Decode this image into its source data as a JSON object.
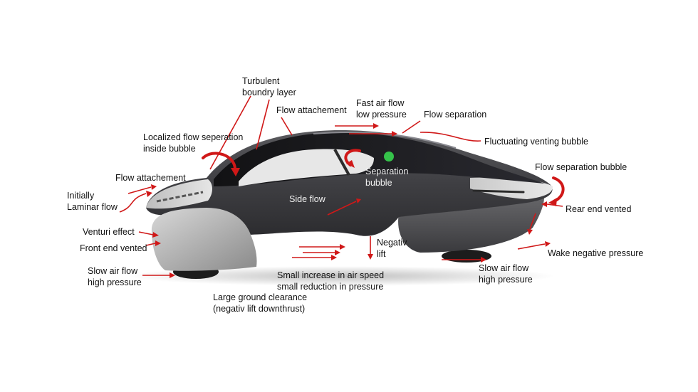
{
  "colors": {
    "arrow": "#d01818",
    "body_dark": "#3a3a3c",
    "body_light": "#cfcfcf",
    "glass": "#1a1a1e",
    "label_on_body": "#f2f2f2",
    "badge": "#35c24a"
  },
  "labels": {
    "turbulent": "Turbulent\nboundry layer",
    "flow_attach_top": "Flow attachement",
    "fast_air": "Fast air flow\nlow pressure",
    "flow_separation": "Flow separation",
    "fluctuating": "Fluctuating venting bubble",
    "flow_sep_bubble": "Flow separation bubble",
    "rear_vented": "Rear end vented",
    "wake": "Wake negative pressure",
    "slow_rear": "Slow air flow\nhigh pressure",
    "negativ_lift": "Negativ\nlift",
    "small_increase": "Small increase in air speed\nsmall reduction in pressure",
    "ground_clearance": "Large ground clearance\n(negativ lift downthrust)",
    "slow_front": "Slow air flow\nhigh pressure",
    "front_vented": "Front end vented",
    "venturi": "Venturi effect",
    "initially_laminar": "Initially\nLaminar flow",
    "flow_attach_left": "Flow attachement",
    "localized": "Localized flow seperation\ninside bubble",
    "side_flow": "Side flow",
    "sep_bubble": "Separation\nbubble"
  }
}
